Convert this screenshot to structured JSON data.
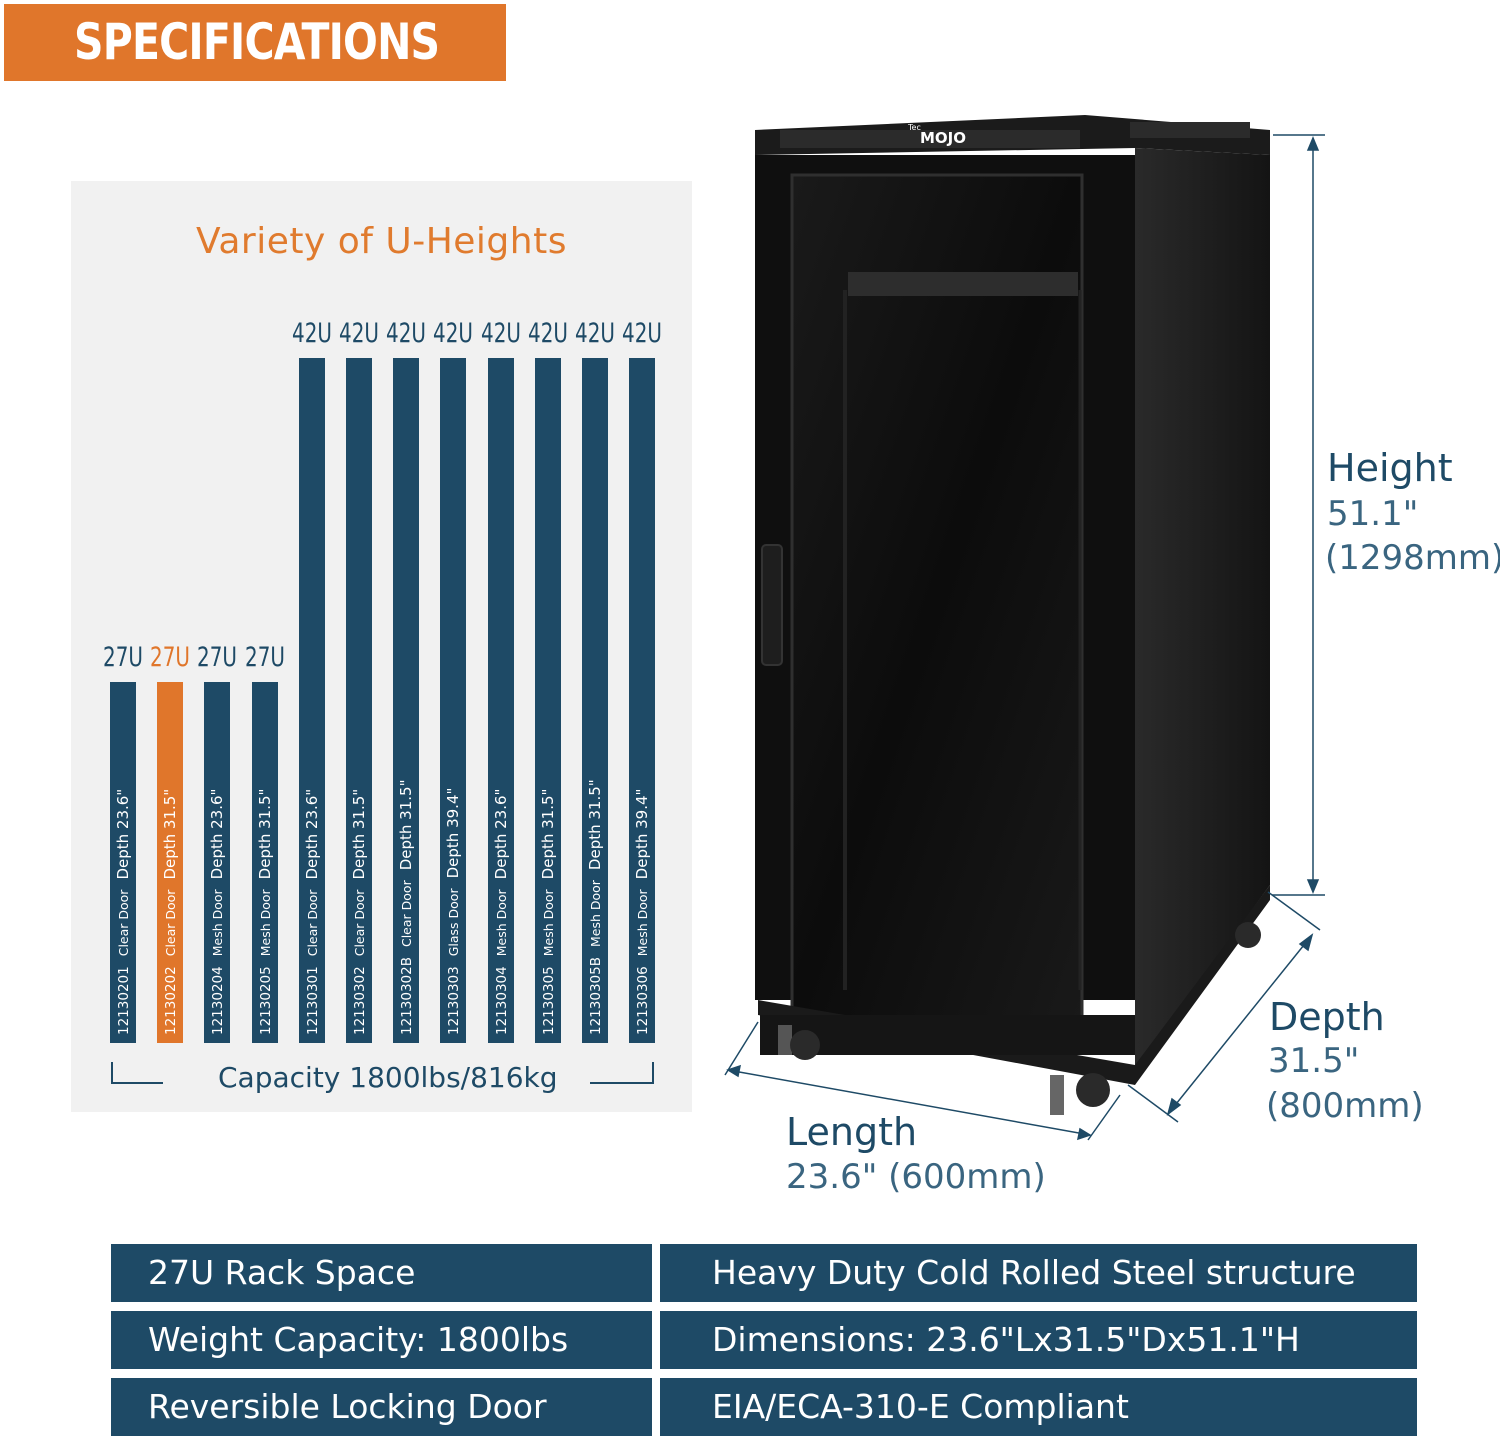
{
  "banner": {
    "title": "SPECIFICATIONS"
  },
  "panel": {
    "title": "Variety of U-Heights",
    "capacity": "Capacity 1800lbs/816kg",
    "models": [
      {
        "u": "27U",
        "code": "12130201",
        "door": "Clear Door",
        "depth": "Depth 23.6\"",
        "highlight": false
      },
      {
        "u": "27U",
        "code": "12130202",
        "door": "Clear Door",
        "depth": "Depth 31.5\"",
        "highlight": true
      },
      {
        "u": "27U",
        "code": "12130204",
        "door": "Mesh Door",
        "depth": "Depth 23.6\"",
        "highlight": false
      },
      {
        "u": "27U",
        "code": "12130205",
        "door": "Mesh Door",
        "depth": "Depth 31.5\"",
        "highlight": false
      },
      {
        "u": "42U",
        "code": "12130301",
        "door": "Clear Door",
        "depth": "Depth 23.6\"",
        "highlight": false
      },
      {
        "u": "42U",
        "code": "12130302",
        "door": "Clear Door",
        "depth": "Depth 31.5\"",
        "highlight": false
      },
      {
        "u": "42U",
        "code": "12130302B",
        "door": "Clear Door",
        "depth": "Depth 31.5\"",
        "highlight": false
      },
      {
        "u": "42U",
        "code": "12130303",
        "door": "Glass Door",
        "depth": "Depth 39.4\"",
        "highlight": false
      },
      {
        "u": "42U",
        "code": "12130304",
        "door": "Mesh Door",
        "depth": "Depth 23.6\"",
        "highlight": false
      },
      {
        "u": "42U",
        "code": "12130305",
        "door": "Mesh Door",
        "depth": "Depth 31.5\"",
        "highlight": false
      },
      {
        "u": "42U",
        "code": "12130305B",
        "door": "Mesh Door",
        "depth": "Depth 31.5\"",
        "highlight": false
      },
      {
        "u": "42U",
        "code": "12130306",
        "door": "Mesh Door",
        "depth": "Depth 39.4\"",
        "highlight": false
      }
    ]
  },
  "product": {
    "logo_small": "Tec",
    "logo": "MOJO"
  },
  "dimensions": {
    "height": {
      "label": "Height",
      "inches": "51.1\"",
      "mm": "(1298mm)"
    },
    "depth": {
      "label": "Depth",
      "inches": "31.5\"",
      "mm": "(800mm)"
    },
    "length": {
      "label": "Length",
      "value": "23.6\" (600mm)"
    }
  },
  "specs": [
    [
      "27U Rack Space",
      "Heavy Duty Cold Rolled Steel structure"
    ],
    [
      "Weight Capacity: 1800lbs",
      "Dimensions: 23.6\"Lx31.5\"Dx51.1\"H"
    ],
    [
      "Reversible Locking Door",
      "EIA/ECA-310-E Compliant"
    ]
  ],
  "colors": {
    "navy": "#1e4a66",
    "orange": "#e0762b",
    "panel_bg": "#f1f1f1"
  }
}
